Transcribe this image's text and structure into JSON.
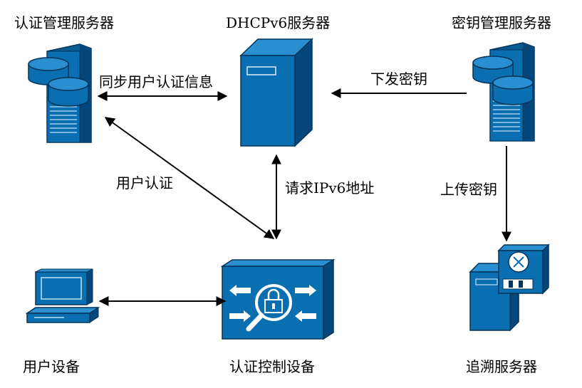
{
  "nodes": {
    "auth_server": "认证管理服务器",
    "dhcp_server": "DHCPv6服务器",
    "key_server": "密钥管理服务器",
    "user_device": "用户设备",
    "auth_control": "认证控制设备",
    "trace_server": "追溯服务器"
  },
  "edges": {
    "sync": "同步用户认证信息",
    "issue_key": "下发密钥",
    "user_auth": "用户认证",
    "request_ipv6": "请求IPv6地址",
    "upload_key": "上传密钥"
  },
  "colors": {
    "device_blue": "#0a6fb0",
    "device_dark": "#075a93",
    "outline": "#04345a"
  }
}
